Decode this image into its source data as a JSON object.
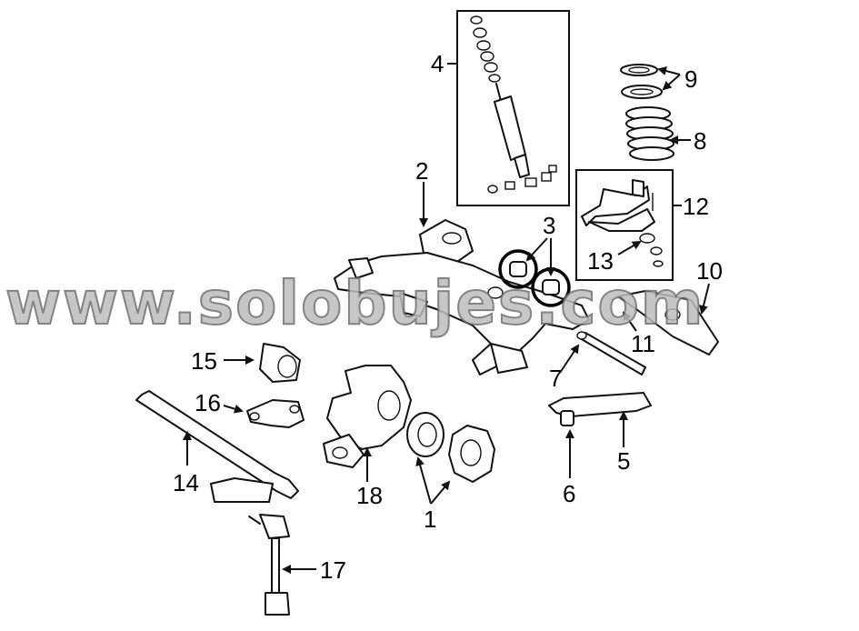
{
  "labels": {
    "p1": "1",
    "p2": "2",
    "p3": "3",
    "p4": "4",
    "p5": "5",
    "p6": "6",
    "p7": "7",
    "p8": "8",
    "p9": "9",
    "p10": "10",
    "p11": "11",
    "p12": "12",
    "p13": "13",
    "p14": "14",
    "p15": "15",
    "p16": "16",
    "p17": "17",
    "p18": "18"
  },
  "watermark": "www.solobujes.com",
  "colors": {
    "line": "#111111",
    "watermark_fill": "#bdbdbd",
    "watermark_stroke": "#6e6e6e"
  }
}
